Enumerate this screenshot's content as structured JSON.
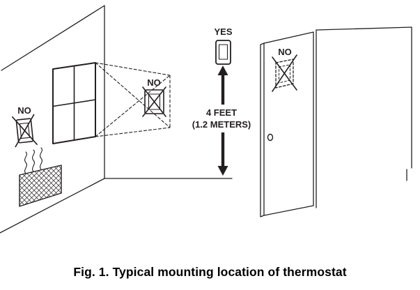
{
  "figure": {
    "caption": "Fig. 1. Typical mounting location of thermostat"
  },
  "annotations": {
    "yes_location": {
      "label": "YES"
    },
    "mounting_height": {
      "line1": "4 FEET",
      "line2": "(1.2 METERS)"
    },
    "no_sunlight_spot": {
      "label": "NO"
    },
    "no_exterior_wall": {
      "label": "NO"
    },
    "no_door": {
      "label": "NO"
    }
  },
  "colors": {
    "ink": "#231f20",
    "background": "#ffffff"
  }
}
